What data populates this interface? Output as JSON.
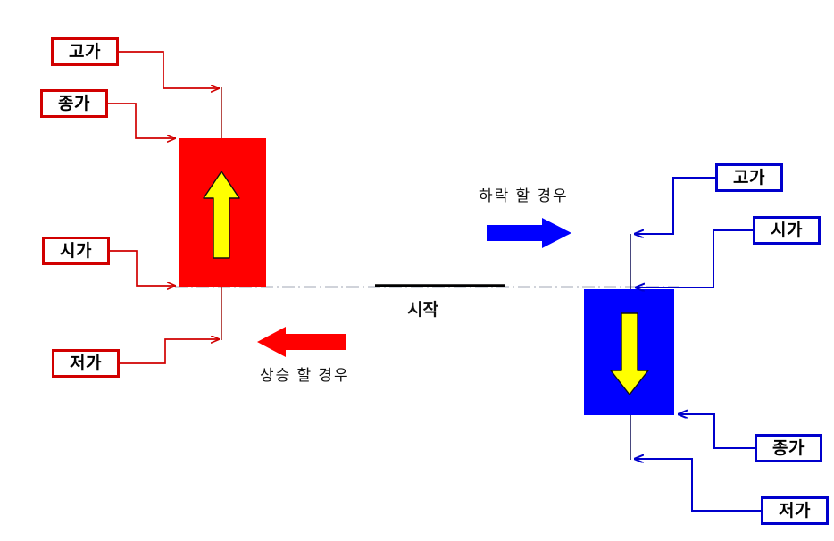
{
  "diagram": {
    "title": "Candlestick chart anatomy (Korean)",
    "background_color": "#ffffff"
  },
  "colors": {
    "bullish_body": "#ff0000",
    "bearish_body": "#0000ff",
    "bullish_outline": "#d10000",
    "bearish_outline": "#0000cc",
    "wick_bullish": "#a52019",
    "wick_bearish": "#1a1a5e",
    "inner_arrow": "#ffff00",
    "inner_arrow_outline": "#000000",
    "baseline": "#44506a",
    "baseline_solid": "#000000",
    "text": "#111111"
  },
  "baseline": {
    "name_label": "시작",
    "style": "dash-dot"
  },
  "bullish": {
    "direction_caption": "상승 할 경우",
    "arrow_direction": "left",
    "arrow_color": "#ff0000",
    "body_arrow_direction": "up",
    "labels": [
      {
        "id": "high",
        "text": "고가",
        "box_color": "#d10000"
      },
      {
        "id": "close",
        "text": "종가",
        "box_color": "#d10000"
      },
      {
        "id": "open",
        "text": "시가",
        "box_color": "#d10000"
      },
      {
        "id": "low",
        "text": "저가",
        "box_color": "#d10000"
      }
    ]
  },
  "bearish": {
    "direction_caption": "하락 할 경우",
    "arrow_direction": "right",
    "arrow_color": "#0000ff",
    "body_arrow_direction": "down",
    "labels": [
      {
        "id": "high",
        "text": "고가",
        "box_color": "#0000cc"
      },
      {
        "id": "open",
        "text": "시가",
        "box_color": "#0000cc"
      },
      {
        "id": "close",
        "text": "종가",
        "box_color": "#0000cc"
      },
      {
        "id": "low",
        "text": "저가",
        "box_color": "#0000cc"
      }
    ]
  }
}
